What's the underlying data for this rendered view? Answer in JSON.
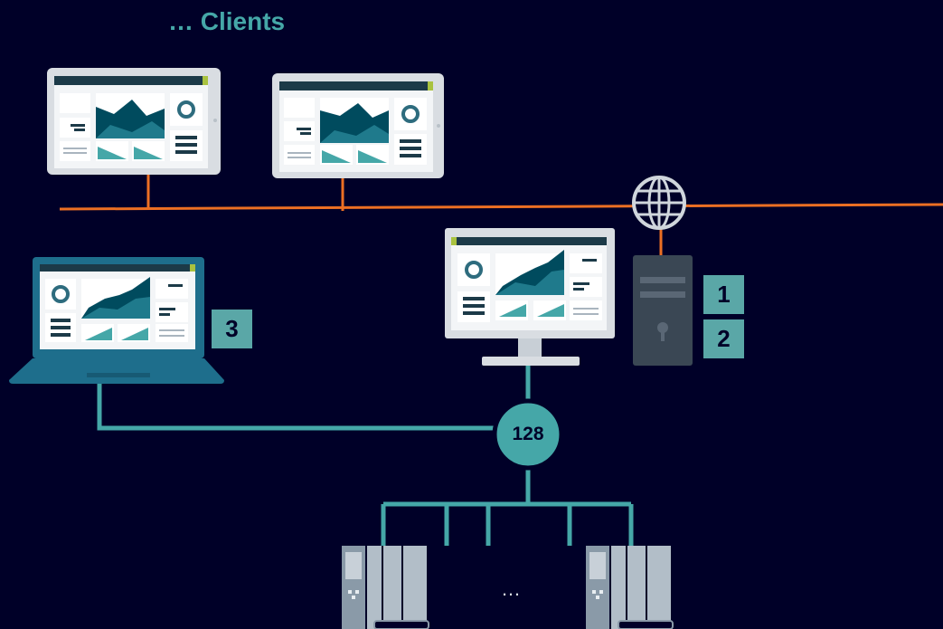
{
  "title": "… Clients",
  "badges": [
    "1",
    "2",
    "3"
  ],
  "hub_count": "128",
  "controllers_ellipsis": "…",
  "colors": {
    "background": "#000028",
    "teal": "#45a7a8",
    "orange": "#ec6f23",
    "badge": "#5aa7a7"
  },
  "icons": [
    "globe-icon",
    "server-tower-icon",
    "tablet-icon",
    "desktop-monitor-icon",
    "laptop-icon",
    "controller-icon"
  ]
}
